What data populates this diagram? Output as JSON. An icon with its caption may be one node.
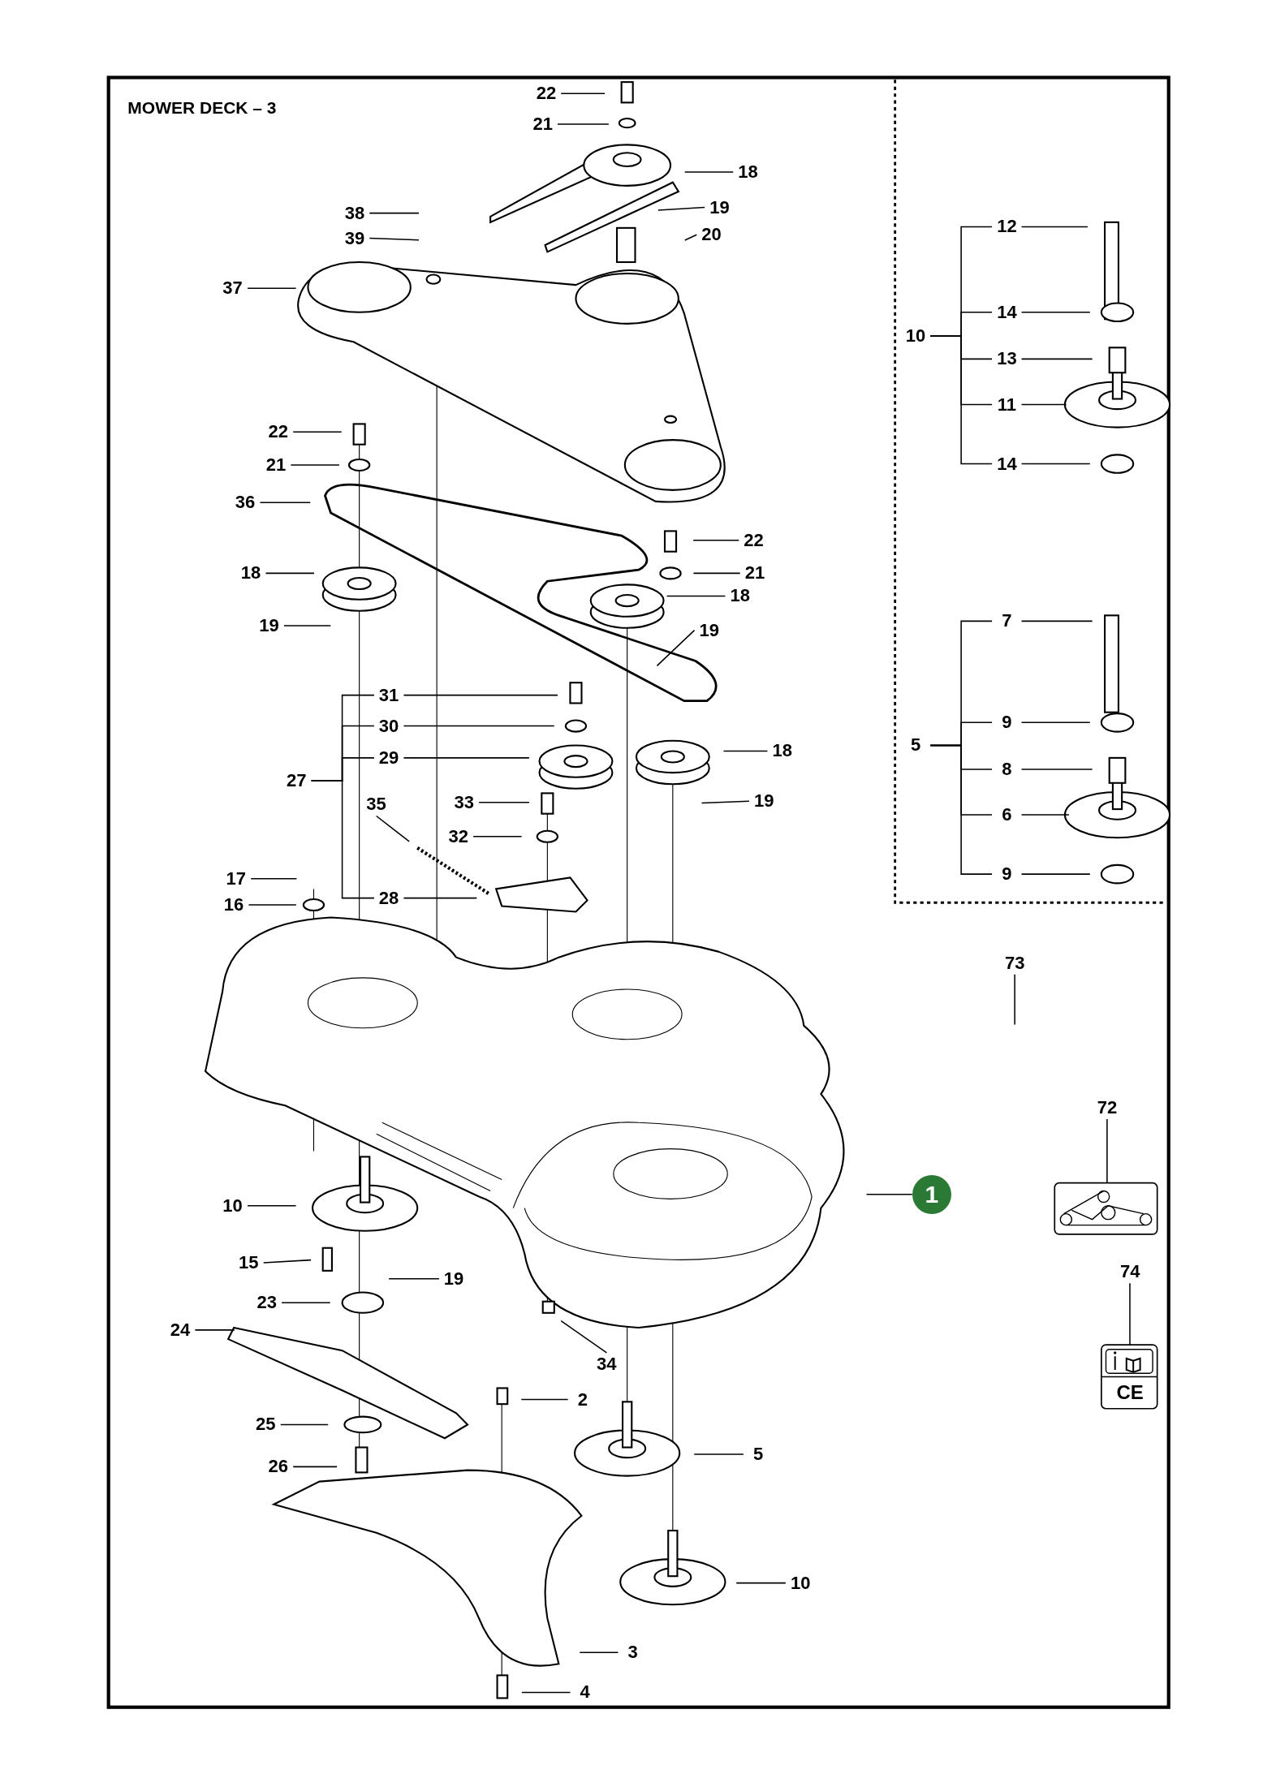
{
  "diagram": {
    "title": "MOWER DECK – 3",
    "nodes": [
      {
        "text": [
          "22"
        ]
      },
      {
        "text": [
          "21"
        ]
      },
      {
        "text": [
          "18"
        ]
      },
      {
        "text": [
          "38"
        ]
      },
      {
        "text": [
          "19"
        ]
      },
      {
        "text": [
          "39"
        ]
      },
      {
        "text": [
          "20"
        ]
      },
      {
        "text": [
          "37"
        ]
      },
      {
        "text": [
          "12"
        ]
      },
      {
        "text": [
          "10"
        ]
      },
      {
        "text": [
          "14"
        ]
      },
      {
        "text": [
          "13"
        ]
      },
      {
        "text": [
          "11"
        ]
      },
      {
        "text": [
          "14"
        ]
      },
      {
        "text": [
          "22"
        ]
      },
      {
        "text": [
          "21"
        ]
      },
      {
        "text": [
          "36"
        ]
      },
      {
        "text": [
          "22"
        ]
      },
      {
        "text": [
          "21"
        ]
      },
      {
        "text": [
          "18"
        ]
      },
      {
        "text": [
          "18"
        ]
      },
      {
        "text": [
          "19"
        ]
      },
      {
        "text": [
          "19"
        ]
      },
      {
        "text": [
          "7"
        ]
      },
      {
        "text": [
          "5"
        ]
      },
      {
        "text": [
          "9"
        ]
      },
      {
        "text": [
          "8"
        ]
      },
      {
        "text": [
          "6"
        ]
      },
      {
        "text": [
          "9"
        ]
      },
      {
        "text": [
          "31"
        ]
      },
      {
        "text": [
          "30"
        ]
      },
      {
        "text": [
          "29"
        ]
      },
      {
        "text": [
          "27"
        ]
      },
      {
        "text": [
          "28"
        ]
      },
      {
        "text": [
          "18"
        ]
      },
      {
        "text": [
          "19"
        ]
      },
      {
        "text": [
          "35"
        ]
      },
      {
        "text": [
          "33"
        ]
      },
      {
        "text": [
          "32"
        ]
      },
      {
        "text": [
          "17"
        ]
      },
      {
        "text": [
          "16"
        ]
      },
      {
        "text": [
          "73"
        ]
      },
      {
        "text": [
          "72"
        ]
      },
      {
        "text": [
          "1"
        ]
      },
      {
        "text": [
          "10"
        ]
      },
      {
        "text": [
          "15"
        ]
      },
      {
        "text": [
          "19"
        ]
      },
      {
        "text": [
          "23"
        ]
      },
      {
        "text": [
          "74"
        ]
      },
      {
        "text": [
          "24"
        ]
      },
      {
        "text": [
          "34"
        ]
      },
      {
        "text": [
          "2"
        ]
      },
      {
        "text": [
          "25"
        ]
      },
      {
        "text": [
          "5"
        ]
      },
      {
        "text": [
          "26"
        ]
      },
      {
        "text": [
          "10"
        ]
      },
      {
        "text": [
          "3"
        ]
      },
      {
        "text": [
          "4"
        ]
      },
      {
        "text": [],
        "shape": "picture"
      },
      {
        "text": [],
        "shape": "picture"
      }
    ],
    "edges": [
      {
        "from": 0,
        "to": null,
        "arrow": "none"
      },
      {
        "from": 1,
        "to": null,
        "arrow": "none"
      },
      {
        "from": 2,
        "to": null,
        "arrow": "none"
      },
      {
        "from": 3,
        "to": null,
        "arrow": "none"
      },
      {
        "from": 4,
        "to": null,
        "arrow": "none"
      },
      {
        "from": 5,
        "to": null,
        "arrow": "none"
      },
      {
        "from": 6,
        "to": null,
        "arrow": "none"
      },
      {
        "from": 7,
        "to": null,
        "arrow": "none"
      },
      {
        "from": 8,
        "to": null,
        "arrow": "none"
      },
      {
        "from": 10,
        "to": null,
        "arrow": "none"
      },
      {
        "from": 11,
        "to": null,
        "arrow": "none"
      },
      {
        "from": 12,
        "to": null,
        "arrow": "none"
      },
      {
        "from": 13,
        "to": null,
        "arrow": "none"
      },
      {
        "from": 14,
        "to": null,
        "arrow": "none"
      },
      {
        "from": 15,
        "to": null,
        "arrow": "none"
      },
      {
        "from": 16,
        "to": null,
        "arrow": "none"
      },
      {
        "from": 17,
        "to": null,
        "arrow": "none"
      },
      {
        "from": 18,
        "to": null,
        "arrow": "none"
      },
      {
        "from": 19,
        "to": null,
        "arrow": "none"
      },
      {
        "from": 20,
        "to": null,
        "arrow": "none"
      },
      {
        "from": 21,
        "to": null,
        "arrow": "none"
      },
      {
        "from": 22,
        "to": null,
        "arrow": "none"
      },
      {
        "from": 23,
        "to": null,
        "arrow": "none"
      },
      {
        "from": 25,
        "to": null,
        "arrow": "none"
      },
      {
        "from": 26,
        "to": null,
        "arrow": "none"
      },
      {
        "from": 27,
        "to": null,
        "arrow": "none"
      },
      {
        "from": 28,
        "to": null,
        "arrow": "none"
      },
      {
        "from": 29,
        "to": null,
        "arrow": "none"
      },
      {
        "from": 30,
        "to": null,
        "arrow": "none"
      },
      {
        "from": 31,
        "to": null,
        "arrow": "none"
      },
      {
        "from": 33,
        "to": null,
        "arrow": "none"
      },
      {
        "from": 34,
        "to": null,
        "arrow": "none"
      },
      {
        "from": 35,
        "to": null,
        "arrow": "none"
      },
      {
        "from": 36,
        "to": null,
        "arrow": "none"
      },
      {
        "from": 37,
        "to": null,
        "arrow": "none"
      },
      {
        "from": 38,
        "to": null,
        "arrow": "none"
      },
      {
        "from": 39,
        "to": null,
        "arrow": "none"
      },
      {
        "from": 40,
        "to": null,
        "arrow": "none"
      },
      {
        "from": 41,
        "to": null,
        "arrow": "none"
      },
      {
        "from": 42,
        "to": 58,
        "arrow": "none"
      },
      {
        "from": 43,
        "to": null,
        "arrow": "none"
      },
      {
        "from": 44,
        "to": null,
        "arrow": "none"
      },
      {
        "from": 45,
        "to": null,
        "arrow": "none"
      },
      {
        "from": 46,
        "to": null,
        "arrow": "none"
      },
      {
        "from": 47,
        "to": null,
        "arrow": "none"
      },
      {
        "from": 48,
        "to": 59,
        "arrow": "none"
      },
      {
        "from": 49,
        "to": null,
        "arrow": "none"
      },
      {
        "from": 50,
        "to": null,
        "arrow": "none"
      },
      {
        "from": 51,
        "to": null,
        "arrow": "none"
      },
      {
        "from": 52,
        "to": null,
        "arrow": "none"
      },
      {
        "from": 53,
        "to": null,
        "arrow": "none"
      },
      {
        "from": 54,
        "to": null,
        "arrow": "none"
      },
      {
        "from": 55,
        "to": null,
        "arrow": "none"
      },
      {
        "from": 56,
        "to": null,
        "arrow": "none"
      },
      {
        "from": 57,
        "to": null,
        "arrow": "none"
      },
      {
        "from": 9,
        "to": 8,
        "arrow": "none"
      },
      {
        "from": 9,
        "to": 10,
        "arrow": "none"
      },
      {
        "from": 9,
        "to": 11,
        "arrow": "none"
      },
      {
        "from": 9,
        "to": 12,
        "arrow": "none"
      },
      {
        "from": 9,
        "to": 13,
        "arrow": "none"
      },
      {
        "from": 24,
        "to": 23,
        "arrow": "none"
      },
      {
        "from": 24,
        "to": 25,
        "arrow": "none"
      },
      {
        "from": 24,
        "to": 26,
        "arrow": "none"
      },
      {
        "from": 24,
        "to": 27,
        "arrow": "none"
      },
      {
        "from": 24,
        "to": 28,
        "arrow": "none"
      },
      {
        "from": 32,
        "to": 29,
        "arrow": "none"
      },
      {
        "from": 32,
        "to": 30,
        "arrow": "none"
      },
      {
        "from": 32,
        "to": 31,
        "arrow": "none"
      },
      {
        "from": 32,
        "to": 33,
        "arrow": "none"
      }
    ],
    "labels": [
      "CE"
    ]
  }
}
